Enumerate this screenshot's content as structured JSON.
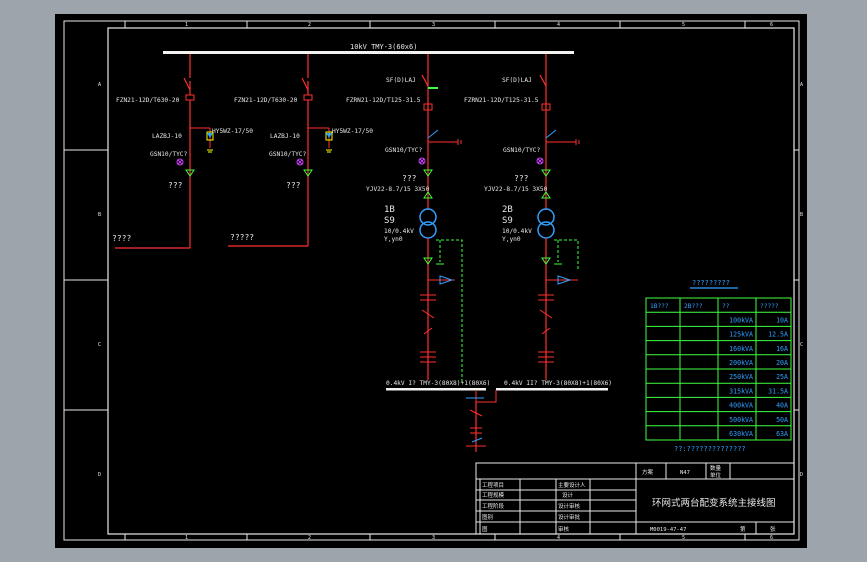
{
  "frame": {
    "col_marks": [
      "1",
      "2",
      "3",
      "4",
      "5",
      "6"
    ],
    "row_marks": [
      "A",
      "B",
      "C",
      "D"
    ]
  },
  "busbar_main": "10kV  TMY-3(60x6)",
  "feeders": [
    {
      "switch": "FZN21-12D/T630-20",
      "arrester_group": "LAZBJ-10",
      "arrester": "HY5WZ-17/50",
      "indicator": "GSN10/TYC?",
      "mark": "???",
      "outgoing": "????"
    },
    {
      "switch": "FZN21-12D/T630-20",
      "arrester_group": "LAZBJ-10",
      "arrester": "HY5WZ-17/50",
      "indicator": "GSN10/TYC?",
      "mark": "???",
      "outgoing": "?????"
    }
  ],
  "transformers": [
    {
      "sf_label": "SF(D)LAJ",
      "switch": "FZRN21-12D/T125-31.5",
      "indicator": "GSN10/TYC?",
      "mark": "???",
      "cable": "YJV22-8.7/15  3X50",
      "name": "1B",
      "model": "S9",
      "ratio": "10/0.4kV",
      "vector": "Y,yn0",
      "lv_busbar": "0.4kV I?  TMY-3(80X8)+1(80X6)"
    },
    {
      "sf_label": "SF(D)LAJ",
      "switch": "FZRN21-12D/T125-31.5",
      "indicator": "GSN10/TYC?",
      "mark": "???",
      "cable": "YJV22-8.7/15  3X50",
      "name": "2B",
      "model": "S9",
      "ratio": "10/0.4kV",
      "vector": "Y,yn0",
      "lv_busbar": "0.4kV II?  TMY-3(80X8)+1(80X6)"
    }
  ],
  "fuse_table": {
    "title": "?????????",
    "headers": [
      "1B???",
      "2B???",
      "??",
      "?????"
    ],
    "rows": [
      [
        "",
        "",
        "100kVA",
        "10A"
      ],
      [
        "",
        "",
        "125kVA",
        "12.5A"
      ],
      [
        "",
        "",
        "160kVA",
        "16A"
      ],
      [
        "",
        "",
        "200kVA",
        "20A"
      ],
      [
        "",
        "",
        "250kVA",
        "25A"
      ],
      [
        "",
        "",
        "315kVA",
        "31.5A"
      ],
      [
        "",
        "",
        "400kVA",
        "40A"
      ],
      [
        "",
        "",
        "500kVA",
        "50A"
      ],
      [
        "",
        "",
        "630kVA",
        "63A"
      ]
    ],
    "note": "??:??????????????"
  },
  "title_block": {
    "top_row": [
      "方案",
      "N47",
      "数量",
      "单位"
    ],
    "left_rows": [
      [
        "工程项目",
        "",
        "主要设计人",
        ""
      ],
      [
        "工程规模",
        "",
        "设计",
        ""
      ],
      [
        "工程阶段",
        "",
        "设计审核",
        ""
      ],
      [
        "图别",
        "",
        "设计审批",
        ""
      ],
      [
        "图",
        "",
        "审核",
        ""
      ]
    ],
    "drawing_title": "环网式两台配变系统主接线图",
    "bottom_row": [
      "M0019-47-47",
      "第",
      "张"
    ]
  }
}
